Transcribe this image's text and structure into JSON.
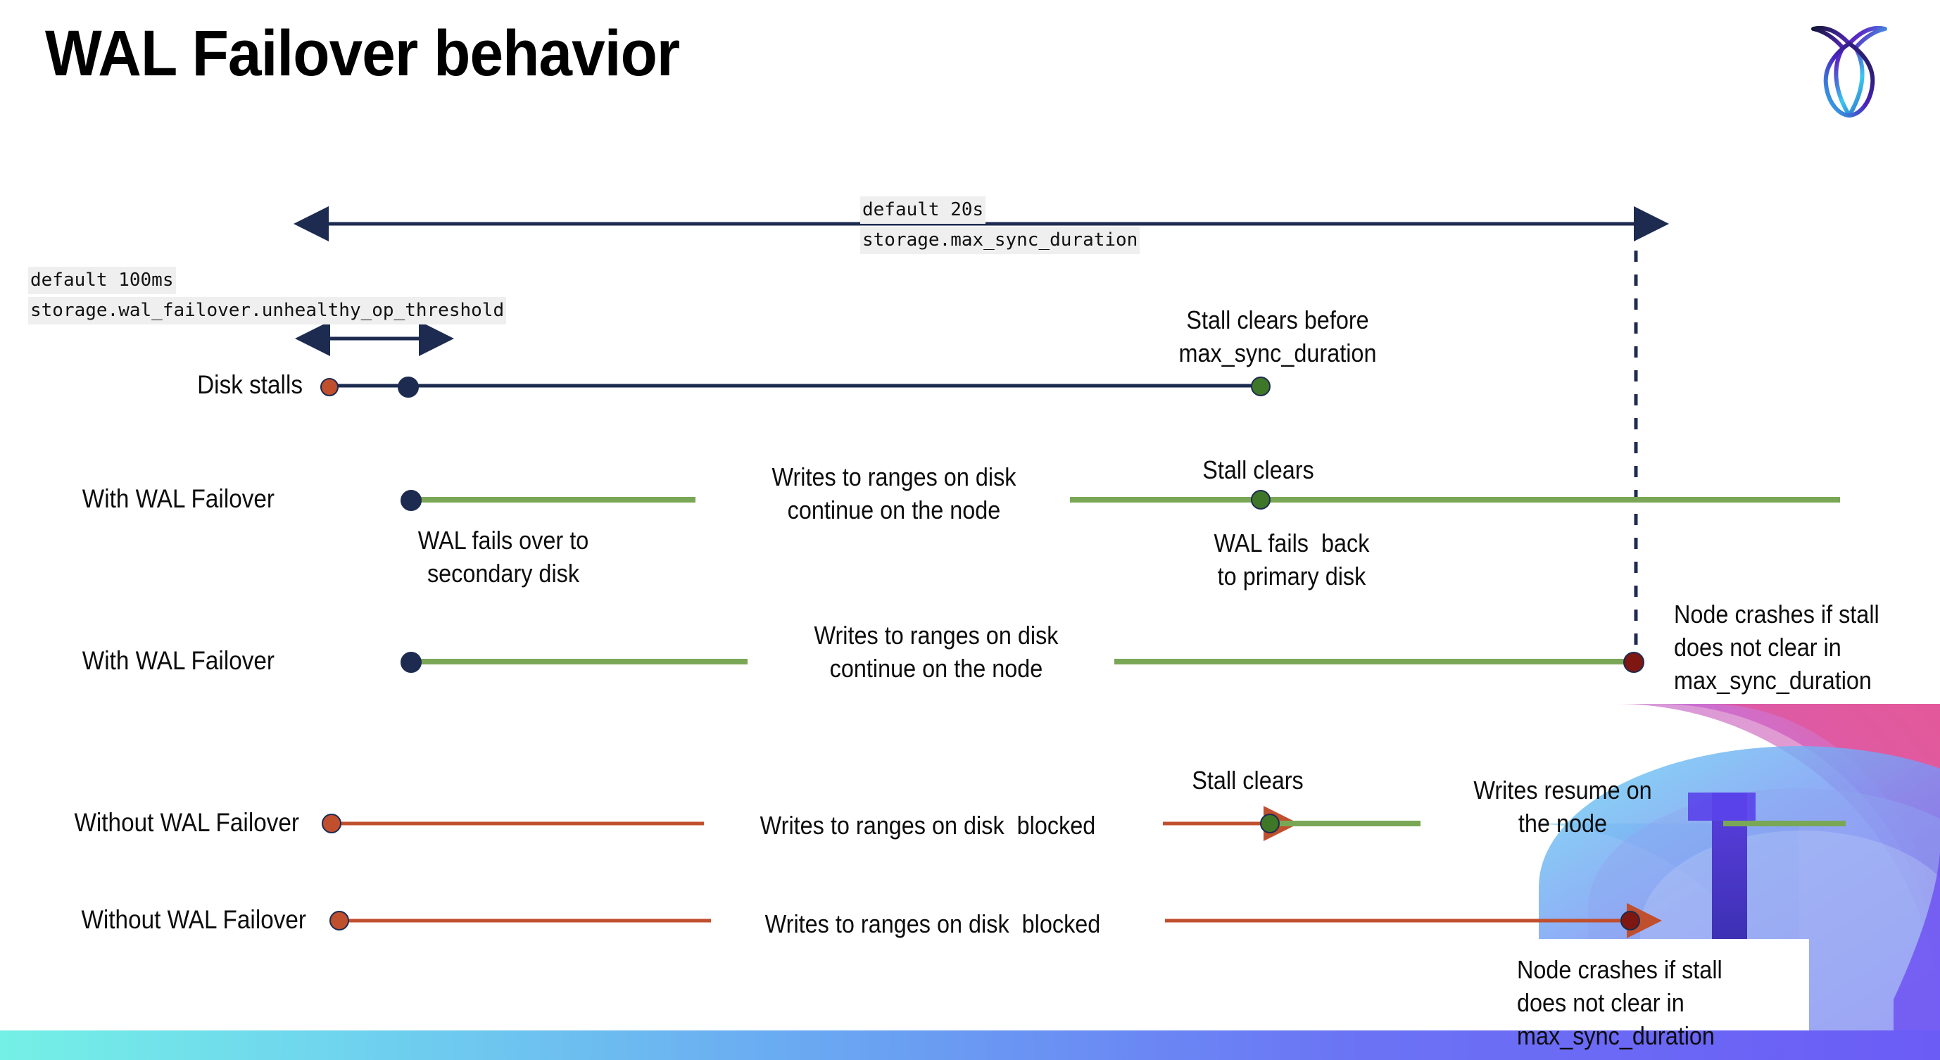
{
  "slide": {
    "title": "WAL Failover behavior",
    "brand_logo": "cockroach-labs-logo"
  },
  "annotations": {
    "max_sync": {
      "default": "default 20s",
      "setting": "storage.max_sync_duration"
    },
    "unhealthy": {
      "default": "default 100ms",
      "setting": "storage.wal_failover.unhealthy_op_threshold"
    }
  },
  "rows": [
    {
      "name": "Disk stalls",
      "note_above": "Stall clears before\nmax_sync_duration"
    },
    {
      "name": "With WAL Failover",
      "note_mid": "Writes to ranges on disk\ncontinue on the node",
      "note_above": "Stall clears",
      "note_below_left": "WAL fails over to\nsecondary disk",
      "note_below_right": "WAL fails  back\nto primary disk"
    },
    {
      "name": "With WAL Failover",
      "note_mid": "Writes to ranges on disk\ncontinue on the node",
      "note_right": "Node crashes if stall\ndoes not clear in\nmax_sync_duration"
    },
    {
      "name": "Without WAL Failover",
      "note_mid": "Writes to ranges on disk  blocked",
      "note_above": "Stall clears",
      "note_right": "Writes resume on\nthe node"
    },
    {
      "name": "Without WAL Failover",
      "note_mid": "Writes to ranges on disk  blocked",
      "note_right": "Node crashes if stall\ndoes not clear in\nmax_sync_duration"
    }
  ],
  "colors": {
    "navy": "#1d2b50",
    "green_line": "#7aa756",
    "green_dot": "#3f7728",
    "orange": "#c04f2e",
    "dark_red": "#7e1711",
    "code_bg": "#efefef"
  }
}
